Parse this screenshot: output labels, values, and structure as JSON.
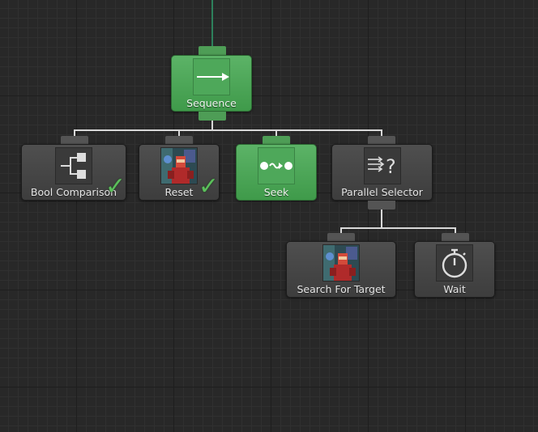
{
  "canvas": {
    "grid_color": "#303030",
    "background_color": "#282828"
  },
  "colors": {
    "active_node": "#4fa85b",
    "inactive_node": "#474747",
    "connection": "#d8d8d8",
    "incoming_link": "#2e9c6a",
    "checkmark": "#5bbf5b"
  },
  "nodes": {
    "sequence": {
      "label": "Sequence",
      "icon": "sequence-arrow-icon",
      "state": "running"
    },
    "bool_comparison": {
      "label": "Bool Comparison",
      "icon": "branch-icon",
      "state": "success"
    },
    "reset": {
      "label": "Reset",
      "icon": "character-portrait-icon",
      "state": "success"
    },
    "seek": {
      "label": "Seek",
      "icon": "seek-path-icon",
      "state": "running"
    },
    "parallel_selector": {
      "label": "Parallel Selector",
      "icon": "parallel-selector-icon",
      "state": "idle"
    },
    "search_for_target": {
      "label": "Search For Target",
      "icon": "character-portrait-icon",
      "state": "idle"
    },
    "wait": {
      "label": "Wait",
      "icon": "stopwatch-icon",
      "state": "idle"
    }
  }
}
